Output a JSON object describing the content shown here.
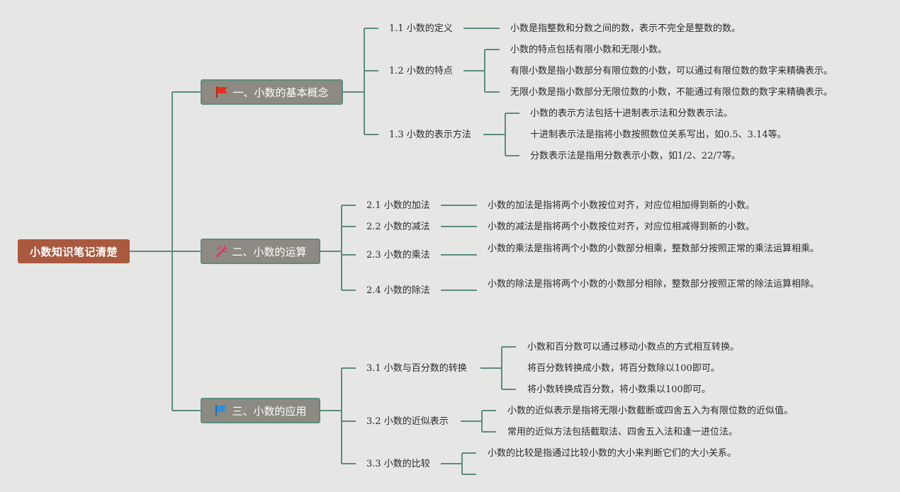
{
  "root": {
    "label": "小数知识笔记清楚"
  },
  "topics": [
    {
      "label": "一、小数的基本概念",
      "icon": "flag-red-icon",
      "color": "#e2321e",
      "subtopics": [
        {
          "label": "1.1 小数的定义",
          "details": [
            "小数是指整数和分数之间的数，表示不完全是整数的数。"
          ]
        },
        {
          "label": "1.2 小数的特点",
          "details": [
            "小数的特点包括有限小数和无限小数。",
            "有限小数是指小数部分有限位数的小数，可以通过有限位数的数字来精确表示。",
            "无限小数是指小数部分无限位数的小数，不能通过有限位数的数字来精确表示。"
          ]
        },
        {
          "label": "1.3 小数的表示方法",
          "details": [
            "小数的表示方法包括十进制表示法和分数表示法。",
            "十进制表示法是指将小数按照数位关系写出，如0.5、3.14等。",
            "分数表示法是指用分数表示小数，如1/2、22/7等。"
          ]
        }
      ]
    },
    {
      "label": "二、小数的运算",
      "icon": "magic-wand-icon",
      "color": "#e2325a",
      "subtopics": [
        {
          "label": "2.1 小数的加法",
          "details": [
            "小数的加法是指将两个小数按位对齐，对应位相加得到新的小数。"
          ]
        },
        {
          "label": "2.2 小数的减法",
          "details": [
            "小数的减法是指将两个小数按位对齐，对应位相减得到新的小数。"
          ]
        },
        {
          "label": "2.3 小数的乘法",
          "details": [
            "小数的乘法是指将两个小数的小数部分相乘，整数部分按照正常的乘法运算相乘。"
          ]
        },
        {
          "label": "2.4 小数的除法",
          "details": [
            "小数的除法是指将两个小数的小数部分相除，整数部分按照正常的除法运算相除。"
          ]
        }
      ]
    },
    {
      "label": "三、小数的应用",
      "icon": "flag-blue-icon",
      "color": "#2f8fd6",
      "subtopics": [
        {
          "label": "3.1 小数与百分数的转换",
          "details": [
            "小数和百分数可以通过移动小数点的方式相互转换。",
            "将百分数转换成小数，将百分数除以100即可。",
            "将小数转换成百分数，将小数乘以100即可。"
          ]
        },
        {
          "label": "3.2 小数的近似表示",
          "details": [
            "小数的近似表示是指将无限小数截断或四舍五入为有限位数的近似值。",
            "常用的近似方法包括截取法、四舍五入法和逢一进位法。"
          ]
        },
        {
          "label": "3.3 小数的比较",
          "details": [
            "小数的比较是指通过比较小数的大小来判断它们的大小关系。"
          ]
        }
      ]
    }
  ]
}
